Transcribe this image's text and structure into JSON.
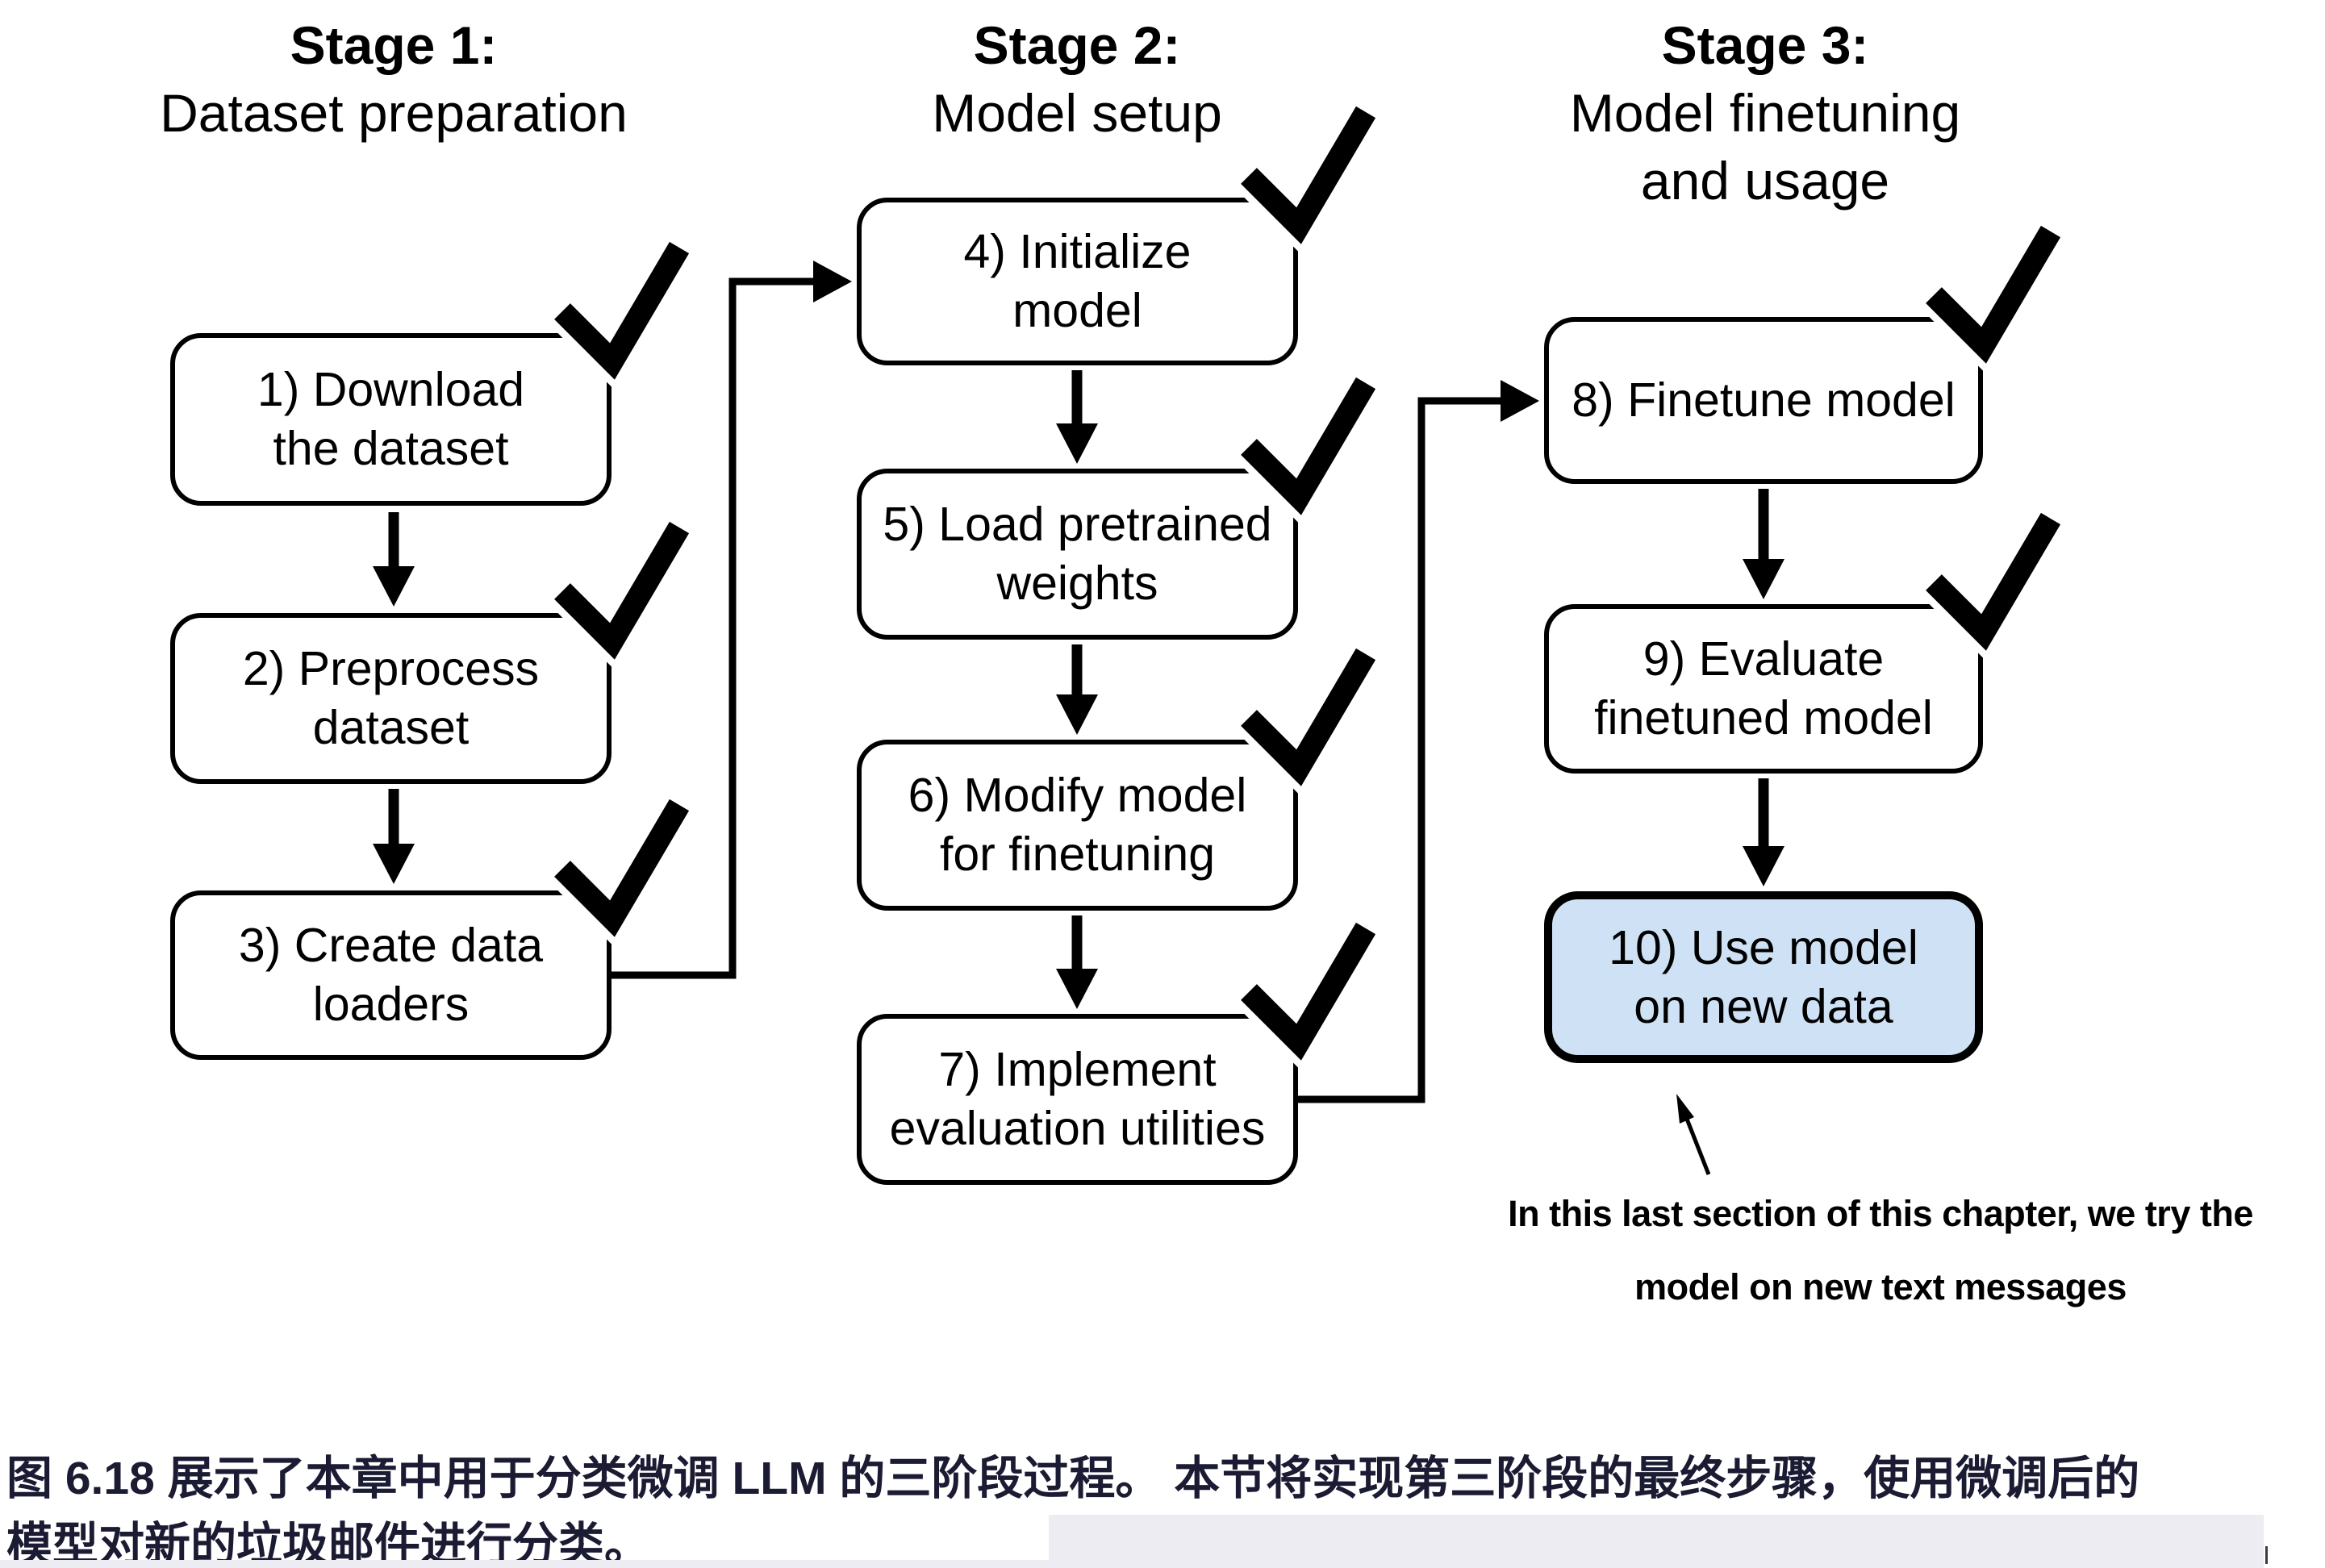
{
  "figure": {
    "stage1": {
      "title": "Stage 1:",
      "subtitle": "Dataset preparation"
    },
    "stage2": {
      "title": "Stage 2:",
      "subtitle": "Model setup"
    },
    "stage3": {
      "title": "Stage 3:",
      "subtitle": "Model finetuning",
      "subtitle2": "and usage"
    },
    "boxes": {
      "b1": {
        "line1": "1) Download",
        "line2": "the dataset",
        "checked": true
      },
      "b2": {
        "line1": "2) Preprocess",
        "line2": "dataset",
        "checked": true
      },
      "b3": {
        "line1": "3) Create data",
        "line2": "loaders",
        "checked": true
      },
      "b4": {
        "line1": "4) Initialize",
        "line2": "model",
        "checked": true
      },
      "b5": {
        "line1": "5) Load pretrained",
        "line2": "weights",
        "checked": true
      },
      "b6": {
        "line1": "6) Modify model",
        "line2": "for finetuning",
        "checked": true
      },
      "b7": {
        "line1": "7) Implement",
        "line2": "evaluation utilities",
        "checked": true
      },
      "b8": {
        "line1": "8) Finetune model",
        "checked": true
      },
      "b9": {
        "line1": "9) Evaluate",
        "line2": "finetuned model",
        "checked": true
      },
      "b10": {
        "line1": "10) Use model",
        "line2": "on new data",
        "checked": false,
        "highlighted": true
      }
    },
    "annotation": {
      "line1": "In this last section of this chapter, we try the",
      "line2": "model on new text messages"
    }
  },
  "caption": {
    "line1": "图 6.18 展示了本章中用于分类微调 LLM 的三阶段过程。 本节将实现第三阶段的最终步骤，使用微调后的",
    "line2": "模型对新的垃圾邮件进行分类。"
  },
  "colors": {
    "diagram_ink": "#000000",
    "box_fill": "#ffffff",
    "box_border": "#000000",
    "highlight_fill": "#cfe2f5",
    "caption_text": "#1b1b33",
    "footer_strip": "#ececf2",
    "cursor": "#3c3c3c"
  }
}
